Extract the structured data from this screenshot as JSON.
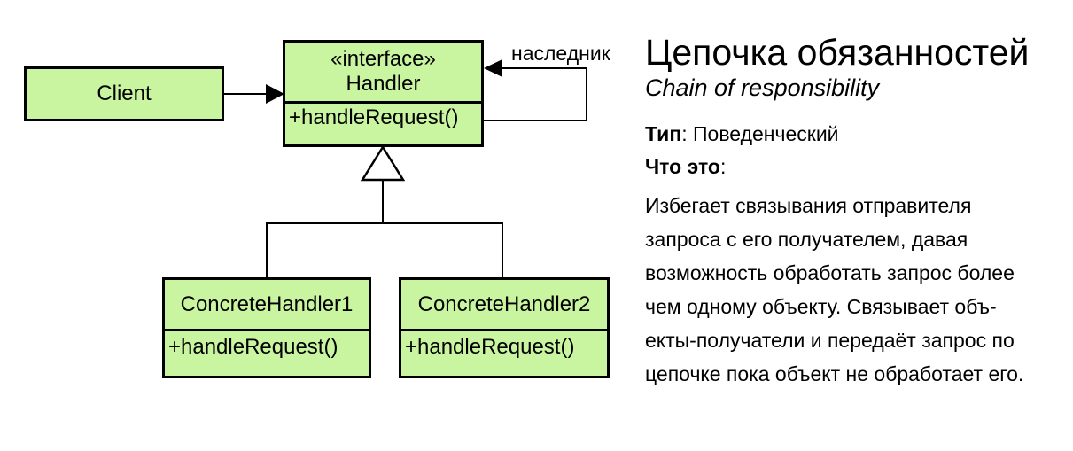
{
  "diagram": {
    "client": {
      "label": "Client"
    },
    "handler": {
      "stereotype": "«interface»",
      "name": "Handler",
      "method": "+handleRequest()"
    },
    "concrete_handler_1": {
      "name": "ConcreteHandler1",
      "method": "+handleRequest()"
    },
    "concrete_handler_2": {
      "name": "ConcreteHandler2",
      "method": "+handleRequest()"
    },
    "successor_label": "наследник",
    "colors": {
      "box_fill": "#c9f5a0",
      "box_border": "#000000",
      "line": "#000000"
    }
  },
  "info": {
    "title": "Цепочка обязанностей",
    "subtitle": "Chain of responsibility",
    "type": {
      "label": "Тип",
      "value": ": Поведенческий"
    },
    "what": {
      "label": "Что это",
      "value": ":"
    },
    "description_lines": [
      "Избегает связывания отправителя",
      "запроса с его получателем, давая",
      "возможность обработать запрос более",
      "чем одному объекту. Связывает объ-",
      "екты-получатели и передаёт запрос по",
      "цепочке пока объект не обработает его."
    ]
  }
}
